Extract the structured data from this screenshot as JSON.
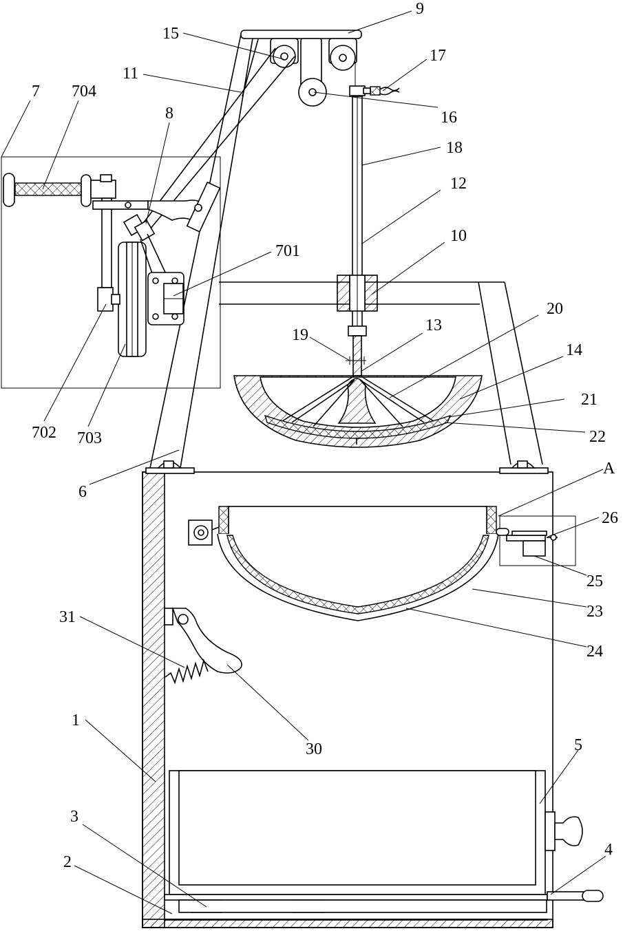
{
  "labels": [
    {
      "id": "l9",
      "text": "9"
    },
    {
      "id": "l15",
      "text": "15"
    },
    {
      "id": "l17",
      "text": "17"
    },
    {
      "id": "l11",
      "text": "11"
    },
    {
      "id": "l16",
      "text": "16"
    },
    {
      "id": "l7",
      "text": "7"
    },
    {
      "id": "l704",
      "text": "704"
    },
    {
      "id": "l8",
      "text": "8"
    },
    {
      "id": "l18",
      "text": "18"
    },
    {
      "id": "l12",
      "text": "12"
    },
    {
      "id": "l10",
      "text": "10"
    },
    {
      "id": "l701",
      "text": "701"
    },
    {
      "id": "l19",
      "text": "19"
    },
    {
      "id": "l13",
      "text": "13"
    },
    {
      "id": "l20",
      "text": "20"
    },
    {
      "id": "l14",
      "text": "14"
    },
    {
      "id": "l21",
      "text": "21"
    },
    {
      "id": "l22",
      "text": "22"
    },
    {
      "id": "l702",
      "text": "702"
    },
    {
      "id": "l703",
      "text": "703"
    },
    {
      "id": "l6",
      "text": "6"
    },
    {
      "id": "lA",
      "text": "A"
    },
    {
      "id": "l26",
      "text": "26"
    },
    {
      "id": "l25",
      "text": "25"
    },
    {
      "id": "l23",
      "text": "23"
    },
    {
      "id": "l24",
      "text": "24"
    },
    {
      "id": "l31",
      "text": "31"
    },
    {
      "id": "l30",
      "text": "30"
    },
    {
      "id": "l1",
      "text": "1"
    },
    {
      "id": "l5",
      "text": "5"
    },
    {
      "id": "l3",
      "text": "3"
    },
    {
      "id": "l2",
      "text": "2"
    },
    {
      "id": "l4",
      "text": "4"
    }
  ]
}
